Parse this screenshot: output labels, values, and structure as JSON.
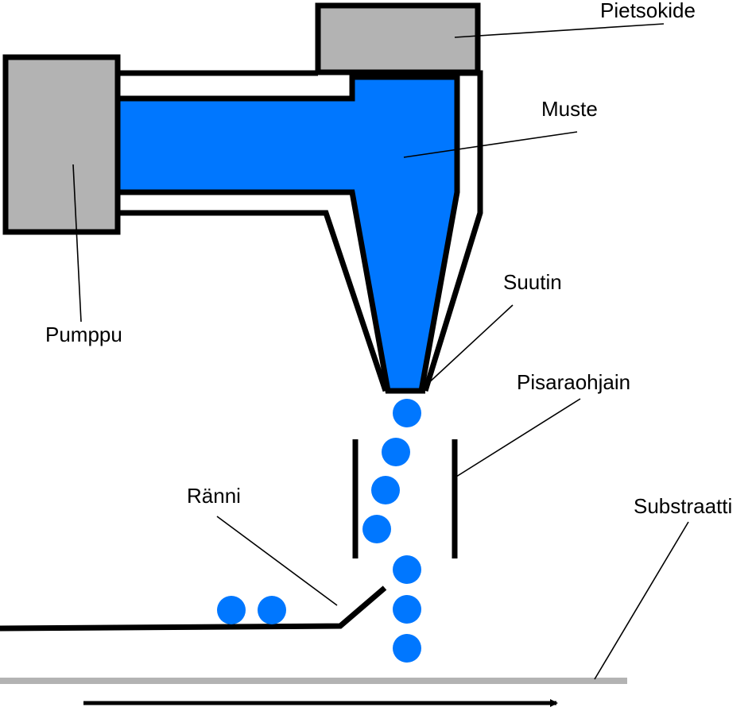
{
  "labels": {
    "pietsokide": "Pietsokide",
    "muste": "Muste",
    "pumppu": "Pumppu",
    "suutin": "Suutin",
    "pisaraohjain": "Pisaraohjain",
    "ranni": "Ränni",
    "substraatti": "Substraatti"
  },
  "colors": {
    "ink": "#0077FF",
    "component_gray": "#B3B3B3",
    "outline": "#000000",
    "substrate": "#B3B3B3"
  }
}
